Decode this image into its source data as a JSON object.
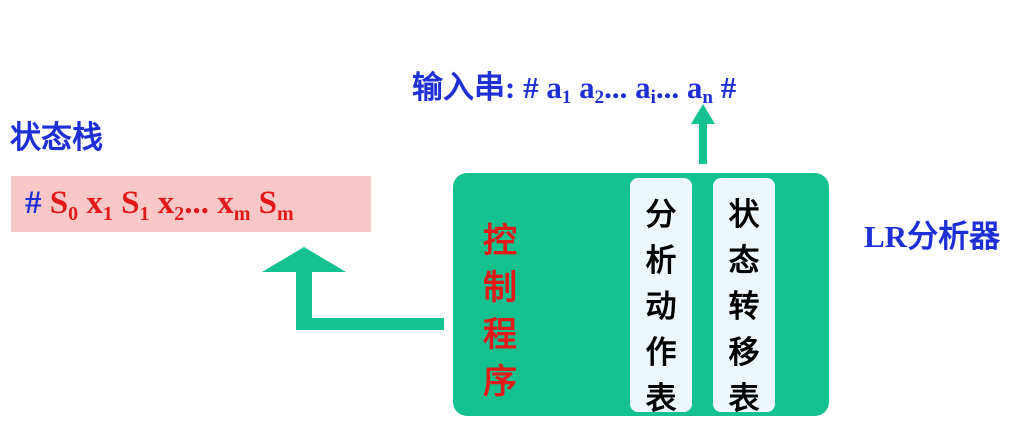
{
  "input_string": {
    "label": "输入串:",
    "hash_start": "#",
    "a1": "a",
    "a1_sub": "1",
    "a2": "a",
    "a2_sub": "2",
    "dots1": "...",
    "ai": "a",
    "ai_sub": "i",
    "dots2": "...",
    "an": "a",
    "an_sub": "n",
    "hash_end": "#"
  },
  "stack": {
    "label": "状态栈",
    "hash": "#",
    "s0": "S",
    "s0_sub": "0",
    "x1": "x",
    "x1_sub": "1",
    "s1": "S",
    "s1_sub": "1",
    "x2": "x",
    "x2_sub": "2",
    "dots": "...",
    "xm": "x",
    "xm_sub": "m",
    "sm": "S",
    "sm_sub": "m"
  },
  "control_program": [
    "控",
    "制",
    "程",
    "序"
  ],
  "action_table": [
    "分",
    "析",
    "动",
    "作",
    "表"
  ],
  "goto_table": [
    "状",
    "态",
    "转",
    "移",
    "表"
  ],
  "analyzer_label": "LR分析器",
  "colors": {
    "blue_text": "#1f2fd6",
    "red_text": "#e21a1a",
    "green_box": "#14c28f",
    "stack_bg": "#f8c8c8",
    "panel_bg": "#eef7fb"
  }
}
